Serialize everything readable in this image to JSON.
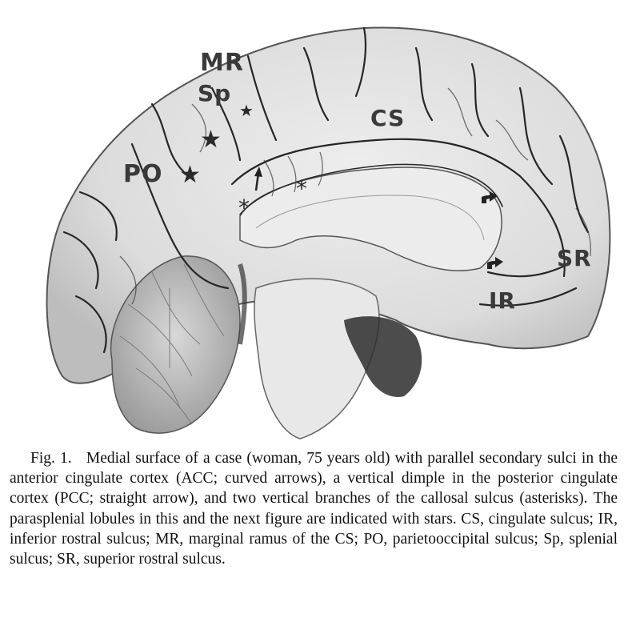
{
  "figure": {
    "description": "Photograph of the medial surface of a human brain hemisphere",
    "labels": {
      "mr": "MR",
      "sp": "Sp",
      "cs": "CS",
      "po": "PO",
      "sr": "SR",
      "ir": "IR"
    },
    "markers": {
      "star": "★",
      "asterisk": "*",
      "straight_arrow": "straight-arrow",
      "curved_arrow": "curved-arrow"
    }
  },
  "caption": {
    "fig_number": "Fig. 1.",
    "text": "Medial surface of a case (woman, 75 years old) with parallel secondary sulci in the anterior cingulate cortex (ACC; curved arrows), a vertical dimple in the posterior cingulate cortex (PCC; straight arrow), and two vertical branches of the callosal sulcus (asterisks). The parasplenial lobules in this and the next figure are indicated with stars. CS, cingulate sulcus; IR, inferior rostral sulcus; MR, marginal ramus of the CS; PO, parietooccipital sulcus; Sp, splenial sulcus; SR, superior rostral sulcus."
  }
}
